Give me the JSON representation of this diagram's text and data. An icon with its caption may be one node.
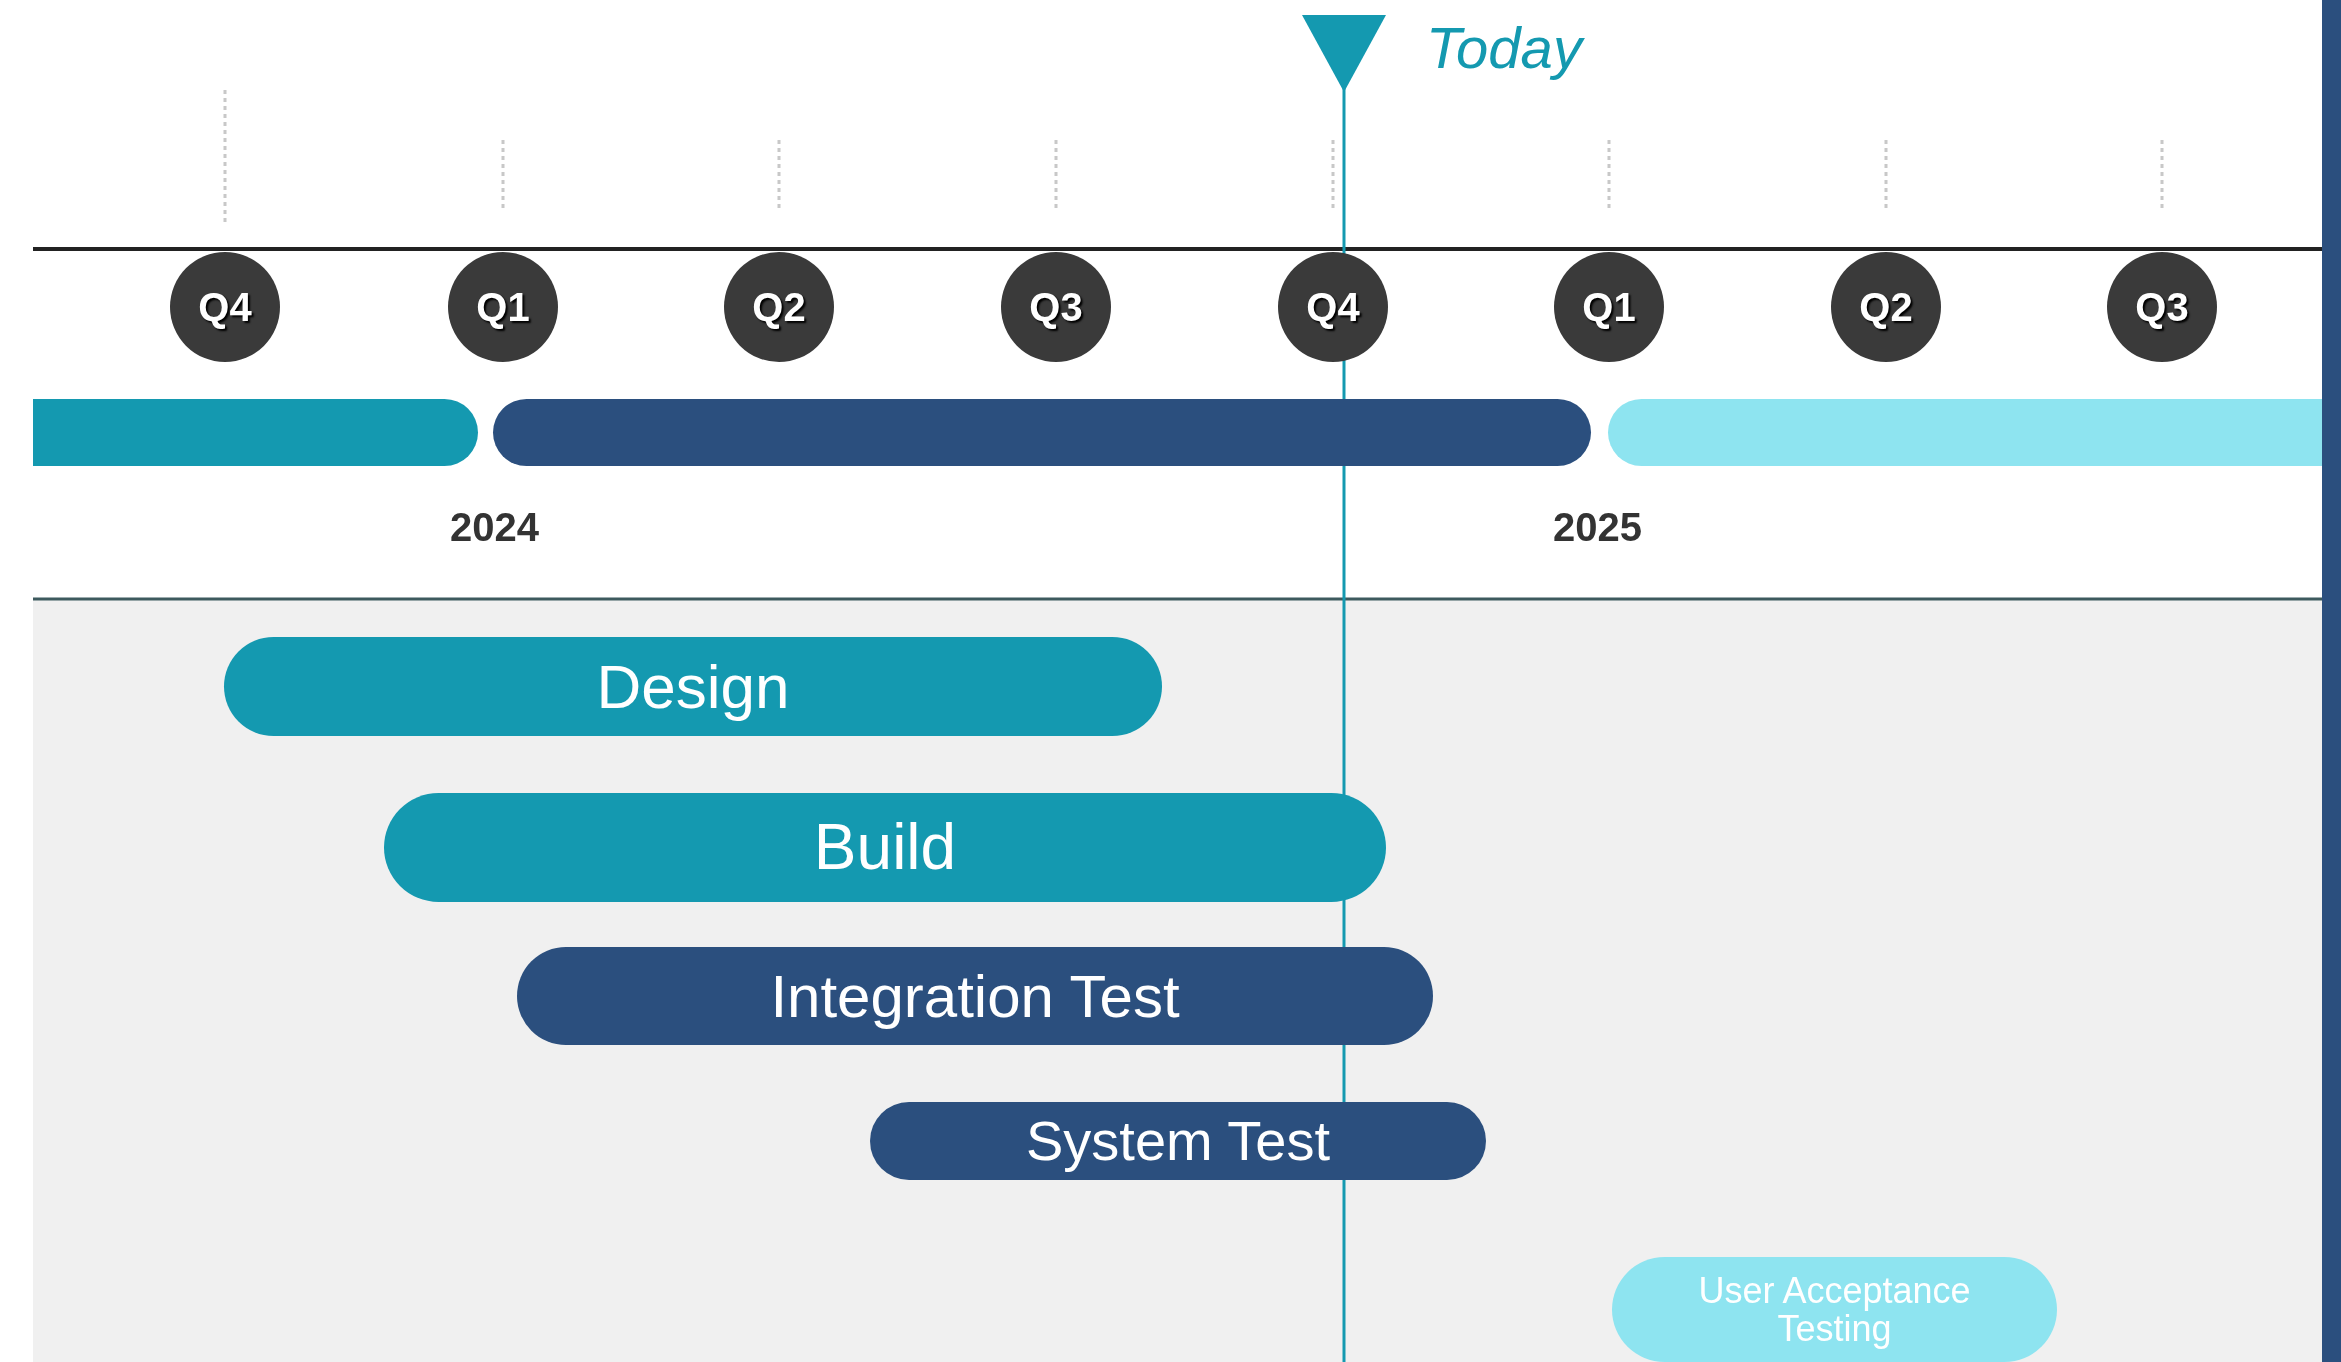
{
  "diagram": {
    "nodes": [
      {
        "text": [
          "Q4"
        ]
      },
      {
        "text": [
          "Q1"
        ]
      },
      {
        "text": [
          "Q2"
        ]
      },
      {
        "text": [
          "Q3"
        ]
      },
      {
        "text": [
          "Q4"
        ]
      },
      {
        "text": [
          "Q1"
        ]
      },
      {
        "text": [
          "Q2"
        ]
      },
      {
        "text": [
          "Q3"
        ]
      },
      {
        "text": [],
        "shape": "bar"
      },
      {
        "text": [],
        "shape": "bar"
      },
      {
        "text": [],
        "shape": "bar"
      },
      {
        "text": [
          "Design"
        ]
      },
      {
        "text": [
          "Build"
        ]
      },
      {
        "text": [
          "Integration Test"
        ]
      },
      {
        "text": [
          "System Test"
        ]
      },
      {
        "text": [
          "User Acceptance Testing"
        ]
      }
    ],
    "labels": [
      "Today",
      "2024",
      "2025"
    ]
  }
}
